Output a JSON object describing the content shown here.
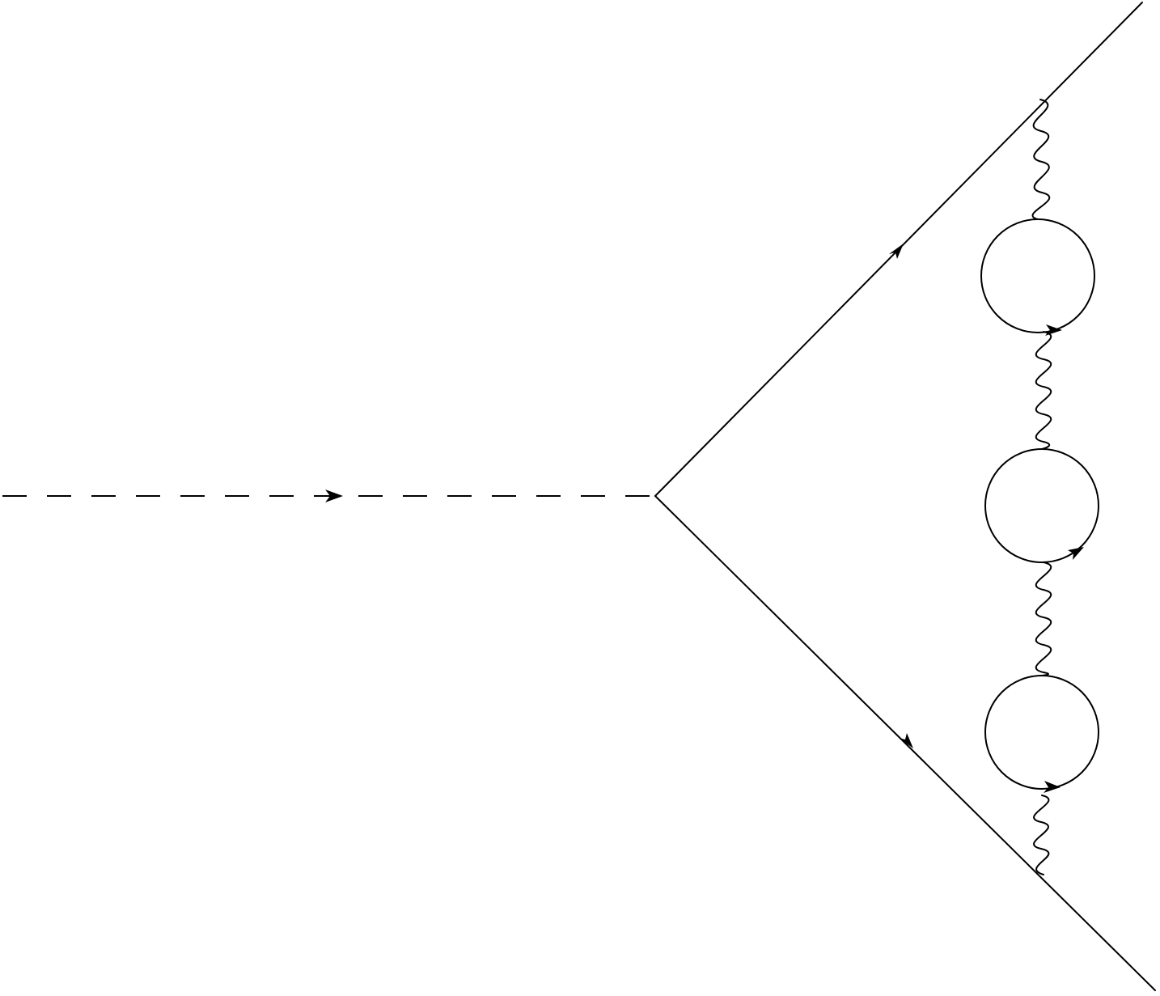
{
  "diagram": {
    "type": "feynman-diagram",
    "colors": {
      "stroke": "#000000",
      "background": "#ffffff"
    },
    "elements": {
      "incoming_line": {
        "style": "dashed",
        "arrow": "right"
      },
      "upper_fermion": {
        "style": "solid",
        "arrow": "outgoing"
      },
      "lower_fermion": {
        "style": "solid",
        "arrow": "outgoing"
      },
      "photon_propagators": 4,
      "fermion_loops": 3
    }
  }
}
